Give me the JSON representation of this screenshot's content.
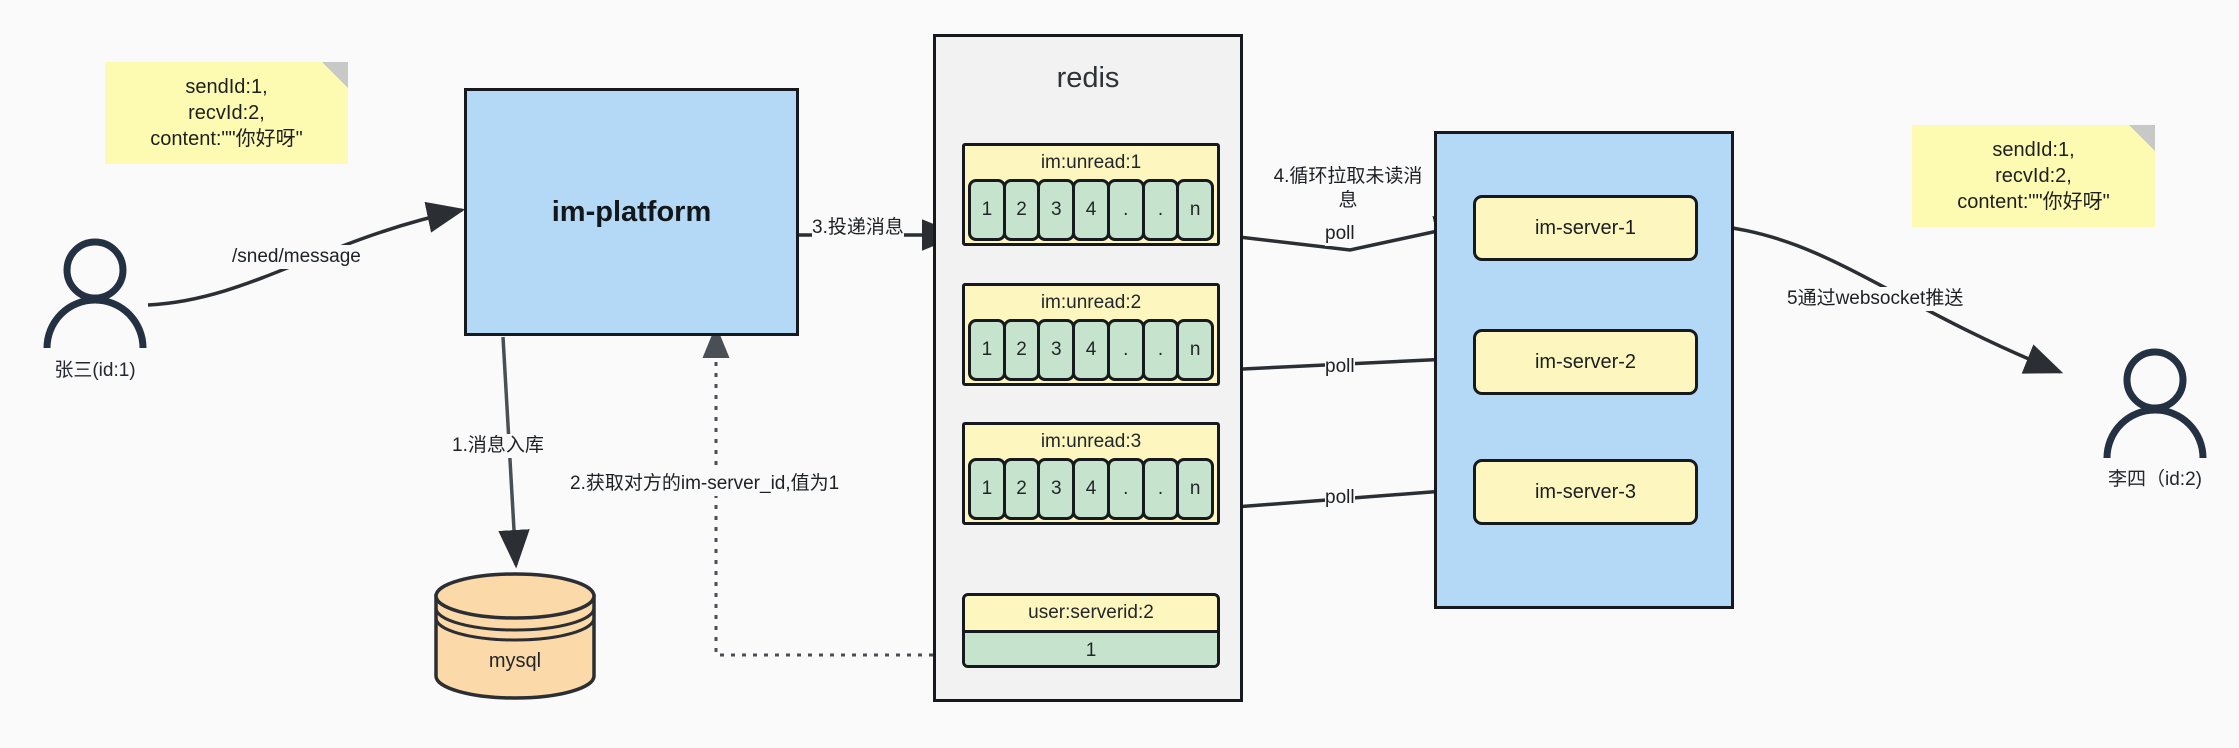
{
  "diagram": {
    "title": "IM message delivery architecture",
    "colors": {
      "background": "#fafafa",
      "note": "#fdfbb1",
      "blue_box": "#b3d9f7",
      "redis_panel": "#f2f2f2",
      "yellow_chip": "#fdf6bf",
      "green_cell": "#c6e4cd",
      "cylinder": "#fcd9a8",
      "stroke": "#16191d"
    }
  },
  "notes": {
    "left": "sendId:1,\nrecvId:2,\ncontent:\"\"你好呀\"",
    "right": "sendId:1,\nrecvId:2,\ncontent:\"\"你好呀\""
  },
  "actors": {
    "sender": {
      "icon": "user-icon",
      "label": "张三(id:1)"
    },
    "receiver": {
      "icon": "user-icon",
      "label": "李四（id:2)"
    }
  },
  "platform": {
    "label": "im-platform"
  },
  "database": {
    "label": "mysql",
    "icon": "database-cylinder-icon"
  },
  "redis": {
    "title": "redis",
    "lists": [
      {
        "key": "im:unread:1",
        "cells": [
          "1",
          "2",
          "3",
          "4",
          ".",
          ".",
          "n"
        ]
      },
      {
        "key": "im:unread:2",
        "cells": [
          "1",
          "2",
          "3",
          "4",
          ".",
          ".",
          "n"
        ]
      },
      {
        "key": "im:unread:3",
        "cells": [
          "1",
          "2",
          "3",
          "4",
          ".",
          ".",
          "n"
        ]
      }
    ],
    "kv": {
      "key": "user:serverid:2",
      "value": "1"
    }
  },
  "servers": {
    "items": [
      {
        "label": "im-server-1"
      },
      {
        "label": "im-server-2"
      },
      {
        "label": "im-server-3"
      }
    ]
  },
  "edges": {
    "send_message": "/sned/message",
    "step1": "1.消息入库",
    "step2": "2.获取对方的im-server_id,值为1",
    "step3": "3.投递消息",
    "step4": "4.循环拉取未读消\n息",
    "step5": "5通过websocket推送",
    "poll1": "poll",
    "poll2": "poll",
    "poll3": "poll"
  }
}
